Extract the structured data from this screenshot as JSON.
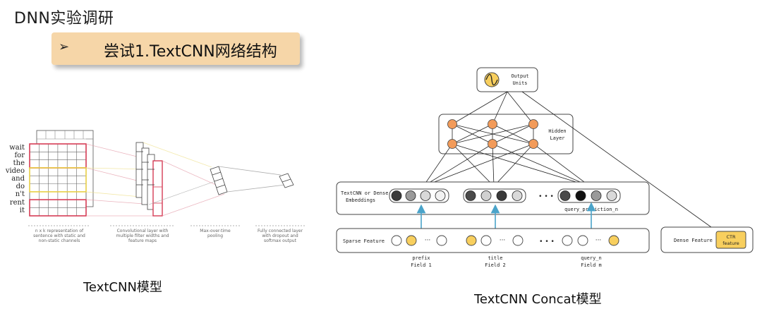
{
  "slide": {
    "title": "DNN实验调研",
    "subtitle_bullet": "➢",
    "subtitle": "尝试1.TextCNN网络结构"
  },
  "textcnn": {
    "words": [
      "wait",
      "for",
      "the",
      "video",
      "and",
      "do",
      "n't",
      "rent",
      "it"
    ],
    "captions": [
      [
        "n x k representation of",
        "sentence with static and",
        "non-static channels"
      ],
      [
        "Convolutional layer with",
        "multiple filter widths and",
        "feature maps"
      ],
      [
        "Max-over-time",
        "pooling"
      ],
      [
        "Fully connected layer",
        "with dropout and",
        "softmax output"
      ]
    ],
    "model_label": "TextCNN模型"
  },
  "concat": {
    "output_label": [
      "Output",
      "Units"
    ],
    "hidden_label": [
      "Hidden",
      "Layer"
    ],
    "embed_label": [
      "TextCNN or Dense",
      "Embeddings"
    ],
    "sparse_label": "Sparse Feature",
    "dense_label": "Dense Feature",
    "ctr_label": [
      "CTR",
      "feature"
    ],
    "query_prediction": "query_prediction_n",
    "fields": [
      {
        "name": "prefix",
        "field": "Field 1"
      },
      {
        "name": "title",
        "field": "Field 2"
      },
      {
        "name": "query_n",
        "field": "Field m"
      }
    ],
    "dots": "• • •",
    "small_dots": "···",
    "model_label": "TextCNN Concat模型"
  },
  "colors": {
    "orange_node": "#f29b5a",
    "yellow_node": "#f8cf5e",
    "ctr_box": "#f8cf5e",
    "arrow_blue": "#4aa3c9",
    "grid_red": "#d63c55",
    "grid_yellow": "#e8cf45",
    "subtitle_bg": "#f6d6a8"
  }
}
